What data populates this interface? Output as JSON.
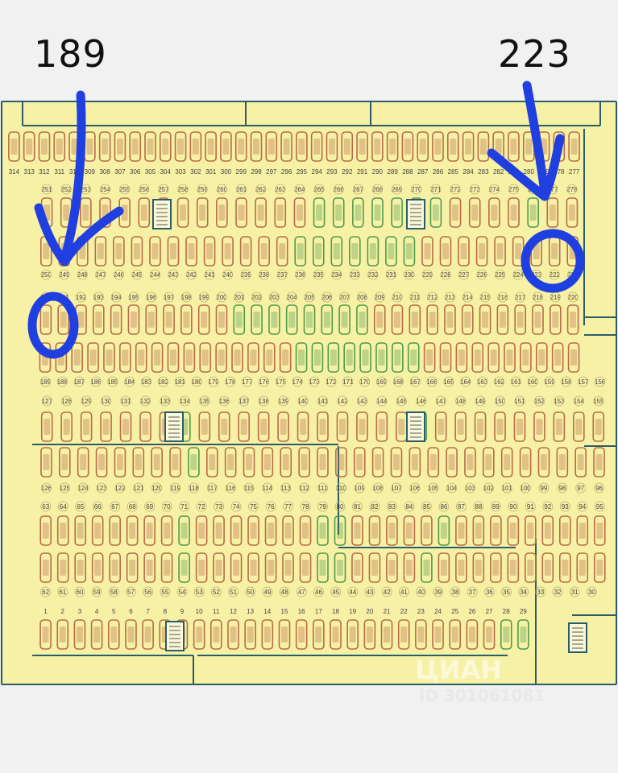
{
  "callouts": {
    "left": "189",
    "right": "223"
  },
  "watermark": {
    "brand": "ЦИАН",
    "id": "ID 301061081"
  },
  "colors": {
    "plan_bg": "#f7f1a6",
    "wall": "#2a5d6a",
    "spot_red": "#b86a4a",
    "spot_green": "#4f9a4c",
    "annotation": "#1f3fe0"
  },
  "rows": [
    {
      "nums": [
        "314",
        "313",
        "312",
        "311",
        "310",
        "309",
        "308",
        "307",
        "306",
        "305",
        "304",
        "303",
        "302",
        "301",
        "300",
        "299",
        "298",
        "297",
        "296",
        "295",
        "294",
        "293",
        "292",
        "291",
        "290",
        "289",
        "288",
        "287",
        "286",
        "285",
        "284",
        "283",
        "282",
        "281",
        "280",
        "279",
        "278",
        "277"
      ],
      "green": []
    },
    {
      "nums": [
        "251",
        "252",
        "253",
        "254",
        "255",
        "256",
        "257",
        "258",
        "259",
        "260",
        "261",
        "262",
        "263",
        "264",
        "265",
        "266",
        "267",
        "268",
        "269",
        "270",
        "271",
        "272",
        "273",
        "274",
        "275",
        "276",
        "277",
        "278"
      ],
      "green": [
        "265",
        "266",
        "267",
        "268",
        "269",
        "270",
        "271",
        "276"
      ]
    },
    {
      "nums": [
        "250",
        "249",
        "248",
        "247",
        "246",
        "245",
        "244",
        "243",
        "242",
        "241",
        "240",
        "239",
        "238",
        "237",
        "236",
        "235",
        "234",
        "233",
        "232",
        "231",
        "230",
        "229",
        "228",
        "227",
        "226",
        "225",
        "224",
        "223",
        "222",
        "221"
      ],
      "green": [
        "236",
        "235",
        "234",
        "233",
        "232",
        "231",
        "230"
      ]
    },
    {
      "nums": [
        "190",
        "191",
        "192",
        "193",
        "194",
        "195",
        "196",
        "197",
        "198",
        "199",
        "200",
        "201",
        "202",
        "203",
        "204",
        "205",
        "206",
        "207",
        "208",
        "209",
        "210",
        "211",
        "212",
        "213",
        "214",
        "215",
        "216",
        "217",
        "218",
        "219",
        "220"
      ],
      "green": [
        "201",
        "202",
        "203",
        "204",
        "205",
        "206",
        "207",
        "208"
      ]
    },
    {
      "nums": [
        "189",
        "188",
        "187",
        "186",
        "185",
        "184",
        "183",
        "182",
        "181",
        "180",
        "179",
        "178",
        "177",
        "176",
        "175",
        "174",
        "173",
        "172",
        "171",
        "170",
        "169",
        "168",
        "167",
        "166",
        "165",
        "164",
        "163",
        "162",
        "161",
        "160",
        "159",
        "158",
        "157",
        "156"
      ],
      "green": [
        "173",
        "172",
        "171",
        "170",
        "169",
        "168",
        "167",
        "166"
      ]
    },
    {
      "nums": [
        "127",
        "128",
        "129",
        "130",
        "131",
        "132",
        "133",
        "134",
        "135",
        "136",
        "137",
        "138",
        "139",
        "140",
        "141",
        "142",
        "143",
        "144",
        "145",
        "146",
        "147",
        "148",
        "149",
        "150",
        "151",
        "152",
        "153",
        "154",
        "155"
      ],
      "green": [
        "134",
        "146"
      ]
    },
    {
      "nums": [
        "126",
        "125",
        "124",
        "123",
        "122",
        "121",
        "120",
        "119",
        "118",
        "117",
        "116",
        "115",
        "114",
        "113",
        "112",
        "111",
        "110",
        "109",
        "108",
        "107",
        "106",
        "105",
        "104",
        "103",
        "102",
        "101",
        "100",
        "99",
        "98",
        "97",
        "96"
      ],
      "green": [
        "118"
      ]
    },
    {
      "nums": [
        "63",
        "64",
        "65",
        "66",
        "67",
        "68",
        "69",
        "70",
        "71",
        "72",
        "73",
        "74",
        "75",
        "76",
        "77",
        "78",
        "79",
        "80",
        "81",
        "82",
        "83",
        "84",
        "85",
        "86",
        "87",
        "88",
        "89",
        "90",
        "91",
        "92",
        "93",
        "94",
        "95"
      ],
      "green": [
        "71",
        "79",
        "80",
        "86"
      ]
    },
    {
      "nums": [
        "62",
        "61",
        "60",
        "59",
        "58",
        "57",
        "56",
        "55",
        "54",
        "53",
        "52",
        "51",
        "50",
        "49",
        "48",
        "47",
        "46",
        "45",
        "44",
        "43",
        "42",
        "41",
        "40",
        "39",
        "38",
        "37",
        "36",
        "35",
        "34",
        "33",
        "32",
        "31",
        "30"
      ],
      "green": [
        "54",
        "46",
        "45",
        "40"
      ]
    },
    {
      "nums": [
        "1",
        "2",
        "3",
        "4",
        "5",
        "6",
        "7",
        "8",
        "9",
        "10",
        "11",
        "12",
        "13",
        "14",
        "15",
        "16",
        "17",
        "18",
        "19",
        "20",
        "21",
        "22",
        "23",
        "24",
        "25",
        "26",
        "27",
        "28",
        "29"
      ],
      "green": [
        "28",
        "29"
      ]
    }
  ]
}
